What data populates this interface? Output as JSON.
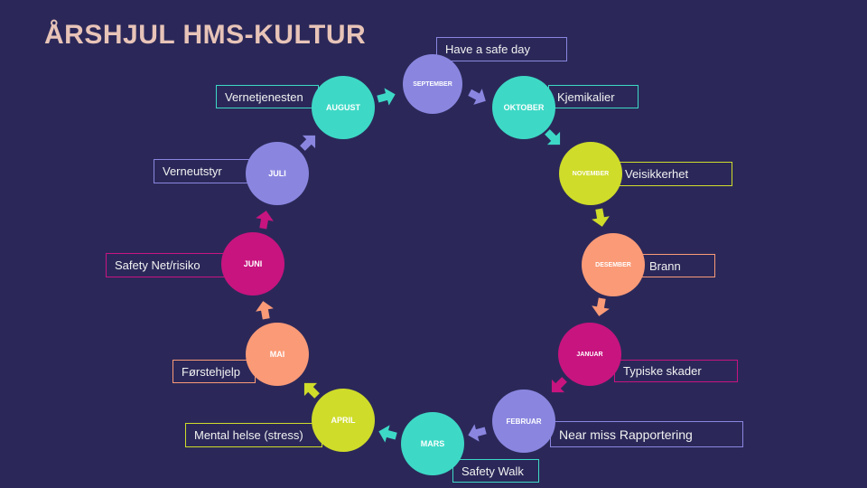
{
  "title": "ÅRSHJUL  HMS-KULTUR",
  "colors": {
    "background": "#2b2859",
    "purple": "#8a86e0",
    "teal": "#3dd9c6",
    "lime": "#cfdc2a",
    "salmon": "#fa9a77",
    "magenta": "#c8147f"
  },
  "months": [
    {
      "name": "SEPTEMBER",
      "topic": "Have  a safe day",
      "color": "#8a86e0"
    },
    {
      "name": "OKTOBER",
      "topic": "Kjemikalier",
      "color": "#3dd9c6"
    },
    {
      "name": "NOVEMBER",
      "topic": "Veisikkerhet",
      "color": "#cfdc2a"
    },
    {
      "name": "DESEMBER",
      "topic": "Brann",
      "color": "#fa9a77"
    },
    {
      "name": "JANUAR",
      "topic": "Typiske skader",
      "color": "#c8147f"
    },
    {
      "name": "FEBRUAR",
      "topic": "Near miss Rapportering",
      "color": "#8a86e0"
    },
    {
      "name": "MARS",
      "topic": "Safety Walk",
      "color": "#3dd9c6"
    },
    {
      "name": "APRIL",
      "topic": "Mental helse (stress)",
      "color": "#cfdc2a"
    },
    {
      "name": "MAI",
      "topic": "Førstehjelp",
      "color": "#fa9a77"
    },
    {
      "name": "JUNI",
      "topic": "Safety Net/risiko",
      "color": "#c8147f"
    },
    {
      "name": "JULI",
      "topic": "Verneutstyr",
      "color": "#8a86e0"
    },
    {
      "name": "AUGUST",
      "topic": "Vernetjenesten",
      "color": "#3dd9c6"
    }
  ],
  "arrow_icon": "chevron-arrow-icon"
}
